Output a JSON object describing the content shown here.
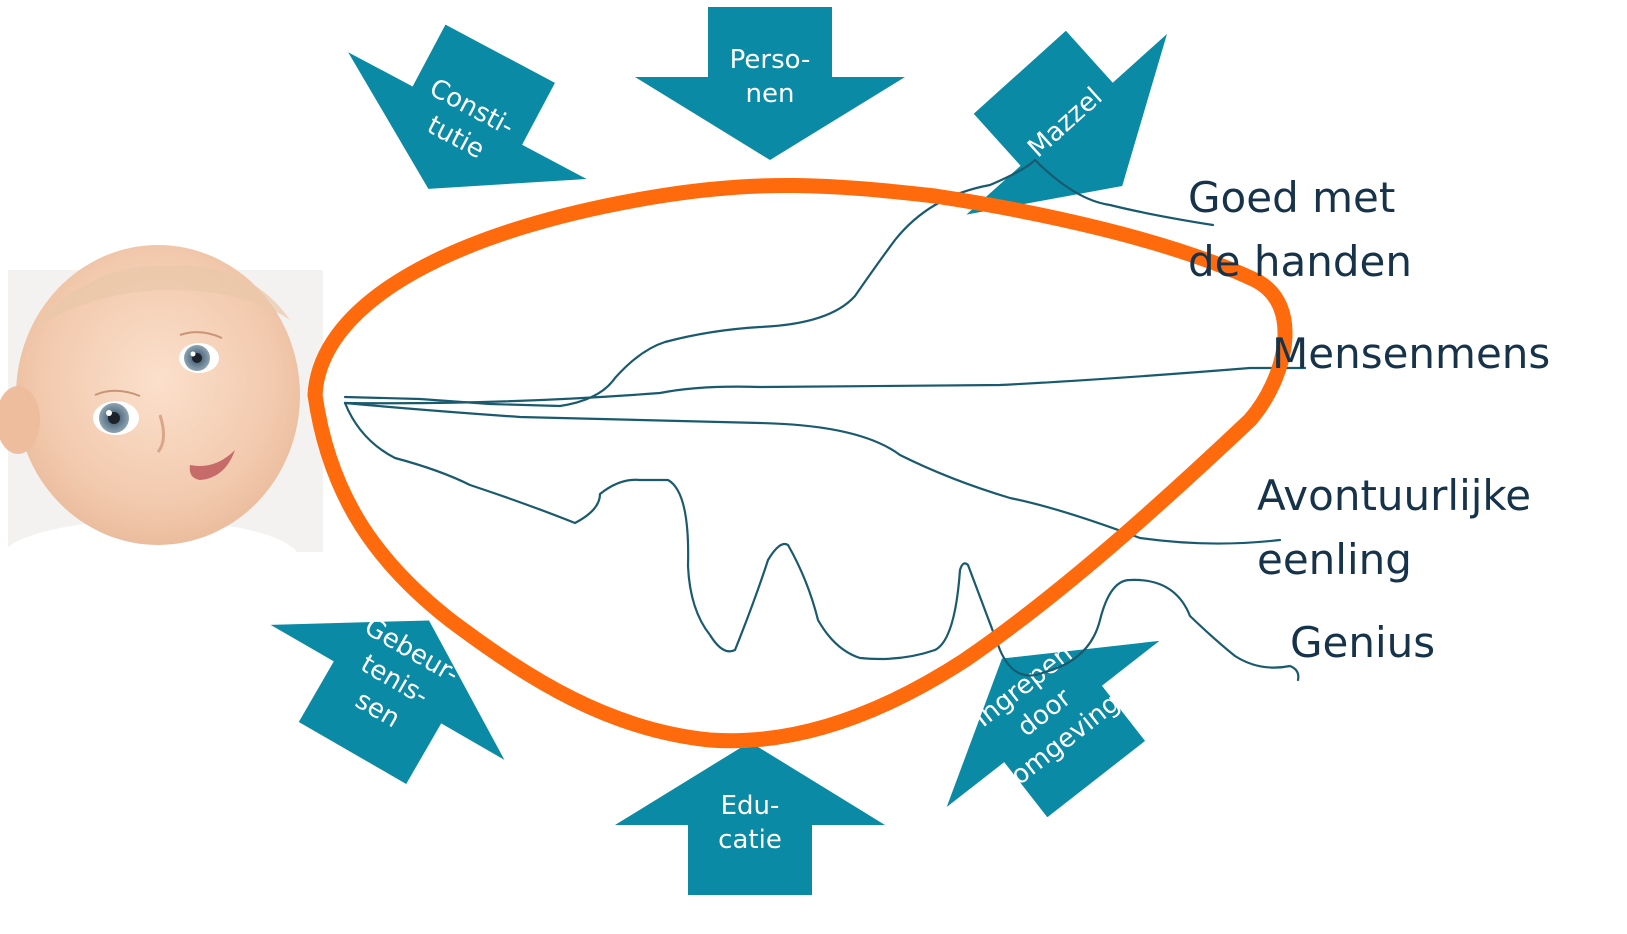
{
  "colors": {
    "arrow_fill": "#0a8aa5",
    "loop_stroke": "#ff6a0d",
    "path_stroke": "#1a5a6e",
    "label_text": "#17334a",
    "arrow_text": "#ffffff"
  },
  "baby_photo": {
    "icon": "baby-face-photo"
  },
  "influences": [
    {
      "id": "constitutie",
      "lines": [
        "Consti-",
        "tutie"
      ]
    },
    {
      "id": "personen",
      "lines": [
        "Perso-",
        "nen"
      ]
    },
    {
      "id": "mazzel",
      "lines": [
        "Mazzel"
      ]
    },
    {
      "id": "gebeurtenissen",
      "lines": [
        "Gebeur-",
        "tenis-",
        "sen"
      ]
    },
    {
      "id": "educatie",
      "lines": [
        "Edu-",
        "catie"
      ]
    },
    {
      "id": "ingrepen",
      "lines": [
        "Ingrepen",
        "door",
        "omgeving"
      ]
    }
  ],
  "outcomes": [
    {
      "id": "goed-met-de-handen",
      "lines": [
        "Goed met",
        "de handen"
      ]
    },
    {
      "id": "mensenmens",
      "lines": [
        "Mensenmens"
      ]
    },
    {
      "id": "avontuurlijke-eenling",
      "lines": [
        "Avontuurlijke",
        "eenling"
      ]
    },
    {
      "id": "genius",
      "lines": [
        "Genius"
      ]
    }
  ]
}
